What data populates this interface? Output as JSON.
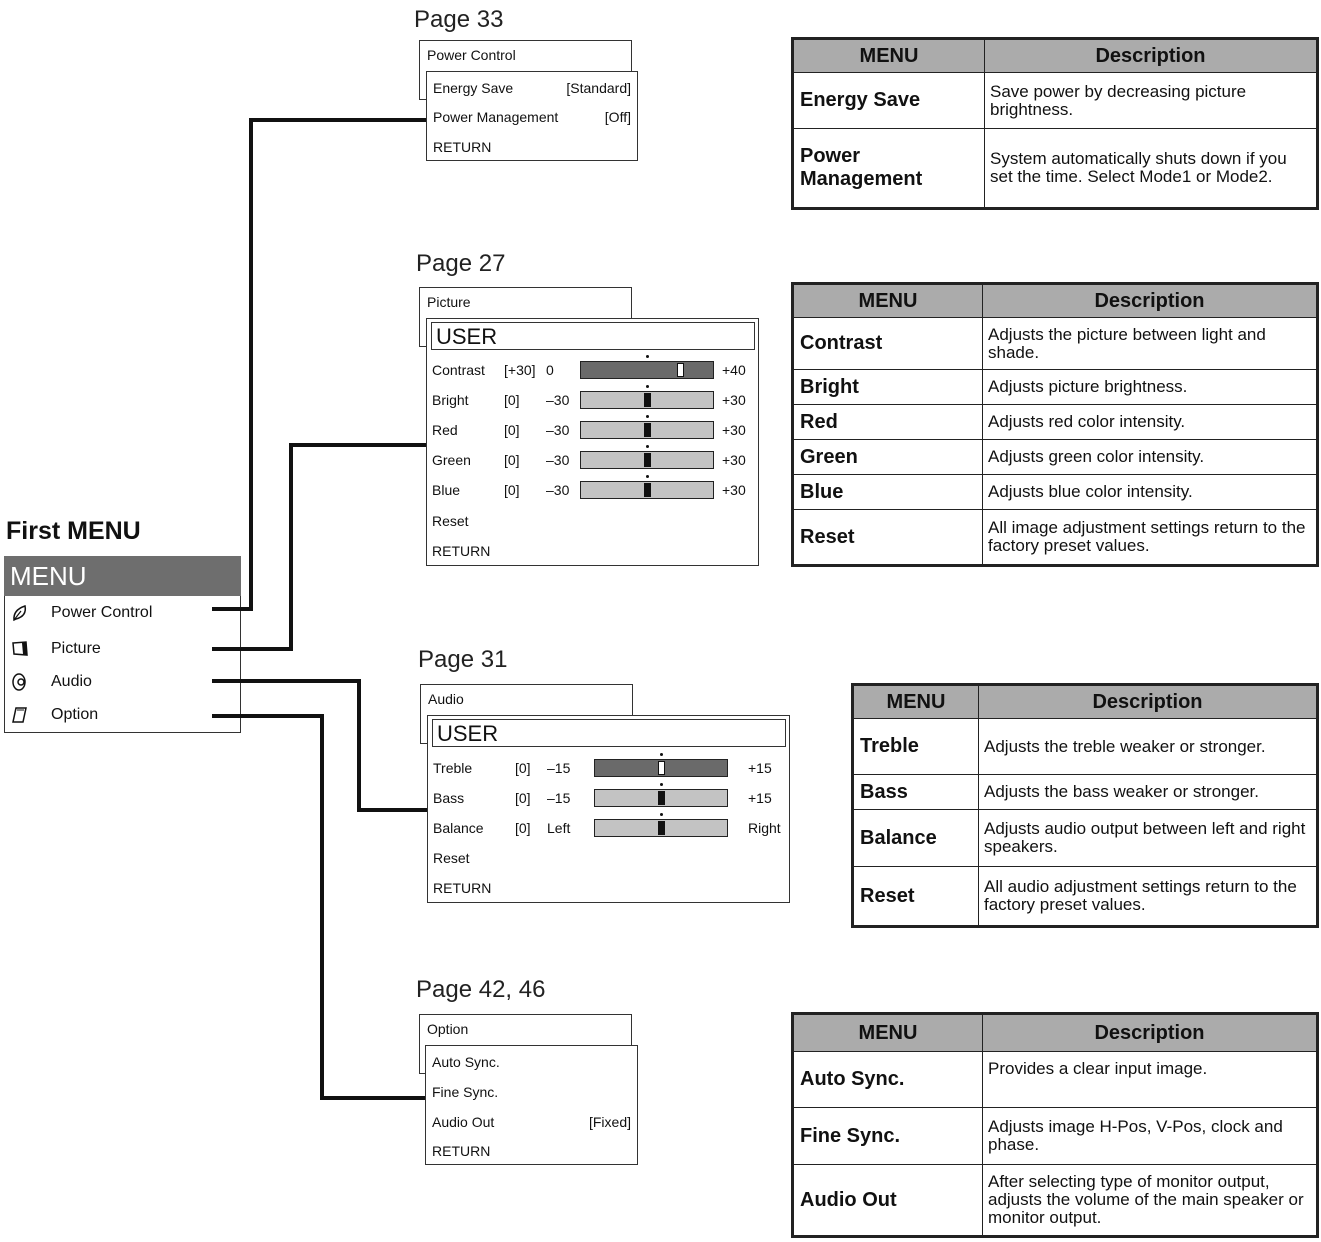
{
  "first_menu": {
    "heading": "First MENU",
    "menu_title": "MENU",
    "items": [
      {
        "label": "Power Control",
        "icon": "leaf-icon"
      },
      {
        "label": "Picture",
        "icon": "monitor-icon"
      },
      {
        "label": "Audio",
        "icon": "speaker-icon"
      },
      {
        "label": "Option",
        "icon": "option-icon"
      }
    ]
  },
  "power": {
    "page": "Page 33",
    "title": "Power Control",
    "rows": [
      {
        "label": "Energy Save",
        "value": "[Standard]"
      },
      {
        "label": "Power Management",
        "value": "[Off]"
      },
      {
        "label": "RETURN",
        "value": ""
      }
    ],
    "table": {
      "headers": [
        "MENU",
        "Description"
      ],
      "rows": [
        {
          "menu": "Energy Save",
          "desc": "Save power by decreasing picture brightness."
        },
        {
          "menu": "Power Management",
          "desc": "System automatically shuts down if you set the time. Select Mode1 or Mode2."
        }
      ]
    }
  },
  "picture": {
    "page": "Page 27",
    "title": "Picture",
    "mode": "USER",
    "sliders": [
      {
        "label": "Contrast",
        "value": "[+30]",
        "min": "0",
        "max": "+40",
        "level": 0.75
      },
      {
        "label": "Bright",
        "value": "[0]",
        "min": "–30",
        "max": "+30",
        "level": 0.5
      },
      {
        "label": "Red",
        "value": "[0]",
        "min": "–30",
        "max": "+30",
        "level": 0.5
      },
      {
        "label": "Green",
        "value": "[0]",
        "min": "–30",
        "max": "+30",
        "level": 0.5
      },
      {
        "label": "Blue",
        "value": "[0]",
        "min": "–30",
        "max": "+30",
        "level": 0.5
      }
    ],
    "reset": "Reset",
    "return": "RETURN",
    "table": {
      "headers": [
        "MENU",
        "Description"
      ],
      "rows": [
        {
          "menu": "Contrast",
          "desc": "Adjusts the picture between light and shade."
        },
        {
          "menu": "Bright",
          "desc": "Adjusts picture brightness."
        },
        {
          "menu": "Red",
          "desc": "Adjusts red color intensity."
        },
        {
          "menu": "Green",
          "desc": "Adjusts green color intensity."
        },
        {
          "menu": "Blue",
          "desc": "Adjusts blue color intensity."
        },
        {
          "menu": "Reset",
          "desc": "All image adjustment settings return to the factory preset values."
        }
      ]
    }
  },
  "audio": {
    "page": "Page 31",
    "title": "Audio",
    "mode": "USER",
    "sliders": [
      {
        "label": "Treble",
        "value": "[0]",
        "min": "–15",
        "max": "+15",
        "level": 0.5
      },
      {
        "label": "Bass",
        "value": "[0]",
        "min": "–15",
        "max": "+15",
        "level": 0.5
      },
      {
        "label": "Balance",
        "value": "[0]",
        "min": "Left",
        "max": "Right",
        "level": 0.5
      }
    ],
    "reset": "Reset",
    "return": "RETURN",
    "table": {
      "headers": [
        "MENU",
        "Description"
      ],
      "rows": [
        {
          "menu": "Treble",
          "desc": "Adjusts the treble weaker or stronger."
        },
        {
          "menu": "Bass",
          "desc": "Adjusts the bass weaker or stronger."
        },
        {
          "menu": "Balance",
          "desc": "Adjusts audio output between left and right speakers."
        },
        {
          "menu": "Reset",
          "desc": "All audio adjustment settings return to the factory preset values."
        }
      ]
    }
  },
  "option": {
    "page": "Page 42, 46",
    "title": "Option",
    "rows": [
      {
        "label": "Auto Sync.",
        "value": ""
      },
      {
        "label": "Fine Sync.",
        "value": ""
      },
      {
        "label": "Audio Out",
        "value": "[Fixed]"
      },
      {
        "label": "RETURN",
        "value": ""
      }
    ],
    "table": {
      "headers": [
        "MENU",
        "Description"
      ],
      "rows": [
        {
          "menu": "Auto Sync.",
          "desc": "Provides a clear input image."
        },
        {
          "menu": "Fine Sync.",
          "desc": "Adjusts image H-Pos, V-Pos, clock and phase."
        },
        {
          "menu": "Audio Out",
          "desc": "After selecting type of monitor output, adjusts the volume of the main speaker or monitor output."
        }
      ]
    }
  }
}
